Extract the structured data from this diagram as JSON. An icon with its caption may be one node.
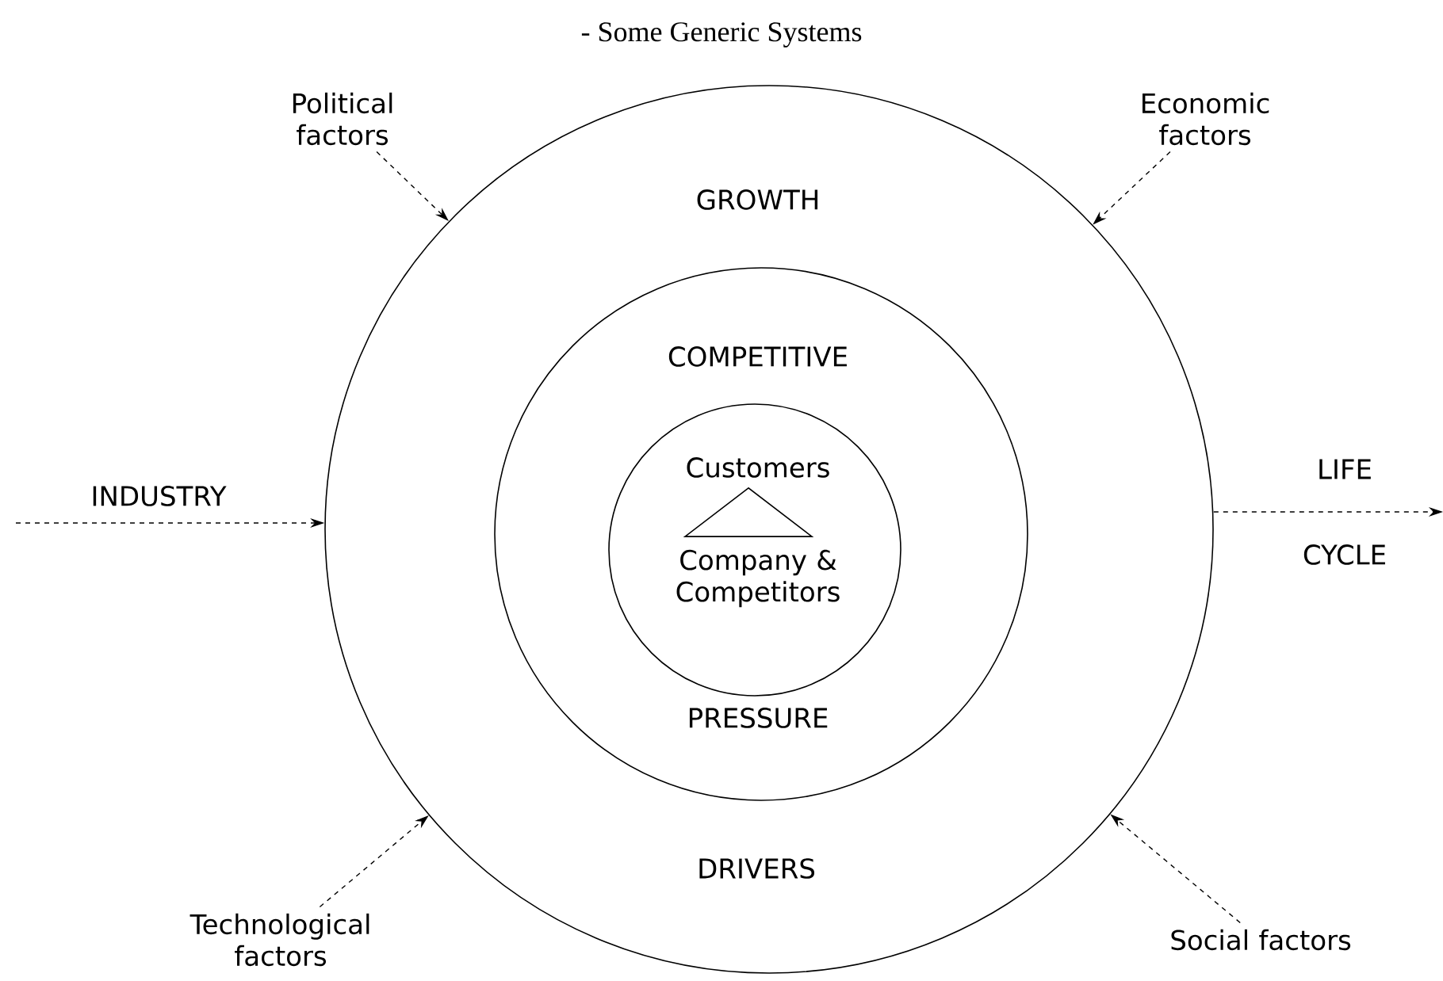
{
  "diagram": {
    "title": "- Some Generic Systems",
    "nodes": [
      {
        "text": [
          "GROWTH",
          "DRIVERS"
        ]
      },
      {
        "text": [
          "COMPETITIVE",
          "PRESSURE"
        ],
        "in": 0
      },
      {
        "text": [
          "Customers",
          "Company & Competitors"
        ],
        "in": 1
      },
      {
        "text": [],
        "shape": "triangle",
        "in": 2
      },
      {
        "text": [
          "Political factors"
        ]
      },
      {
        "text": [
          "Economic factors"
        ]
      },
      {
        "text": [
          "Technological factors"
        ]
      },
      {
        "text": [
          "Social factors"
        ]
      }
    ],
    "edges": [
      {
        "from": 4,
        "to": 0,
        "arrow": "to",
        "style": "dashed"
      },
      {
        "from": 5,
        "to": 0,
        "arrow": "to",
        "style": "dashed"
      },
      {
        "from": null,
        "to": 0,
        "arrow": "to",
        "style": "dashed",
        "label": "INDUSTRY"
      },
      {
        "from": 0,
        "to": null,
        "arrow": "to",
        "style": "dashed",
        "label": "LIFE"
      },
      {
        "from": 6,
        "to": 0,
        "arrow": "to",
        "style": "dashed"
      },
      {
        "from": 7,
        "to": 0,
        "arrow": "to",
        "style": "dashed"
      }
    ],
    "labels": [
      "CYCLE"
    ]
  }
}
